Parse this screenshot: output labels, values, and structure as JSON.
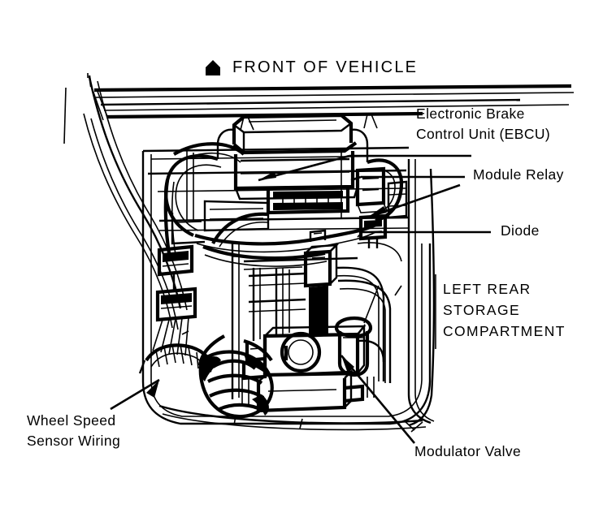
{
  "figure": {
    "title": "FRONT OF VEHICLE",
    "subject": "Anti-lock brake system components in left rear storage compartment",
    "orientation_marker": "up-arrow-pentagon"
  },
  "labels": {
    "front_of_vehicle": "FRONT OF VEHICLE",
    "ebcu_line1": "Electronic Brake",
    "ebcu_line2": "Control Unit (EBCU)",
    "module_relay": "Module Relay",
    "diode": "Diode",
    "compartment_line1": "LEFT REAR",
    "compartment_line2": "STORAGE",
    "compartment_line3": "COMPARTMENT",
    "wheel_speed_line1": "Wheel Speed",
    "wheel_speed_line2": "Sensor Wiring",
    "modulator_valve": "Modulator Valve"
  },
  "callouts": [
    {
      "id": "ebcu",
      "text": "Electronic Brake Control Unit (EBCU)",
      "points_to": "main control module housing"
    },
    {
      "id": "module-relay",
      "text": "Module Relay",
      "points_to": "relay at right of control unit"
    },
    {
      "id": "diode",
      "text": "Diode",
      "points_to": "diode below relay"
    },
    {
      "id": "storage-compartment",
      "text": "LEFT REAR STORAGE COMPARTMENT",
      "points_to": "compartment wall"
    },
    {
      "id": "wheel-speed-sensor-wiring",
      "text": "Wheel Speed Sensor Wiring",
      "points_to": "corrugated harness at lower left"
    },
    {
      "id": "modulator-valve",
      "text": "Modulator Valve",
      "points_to": "valve body at lower center"
    }
  ],
  "colors": {
    "ink": "#000000",
    "background": "#ffffff"
  }
}
